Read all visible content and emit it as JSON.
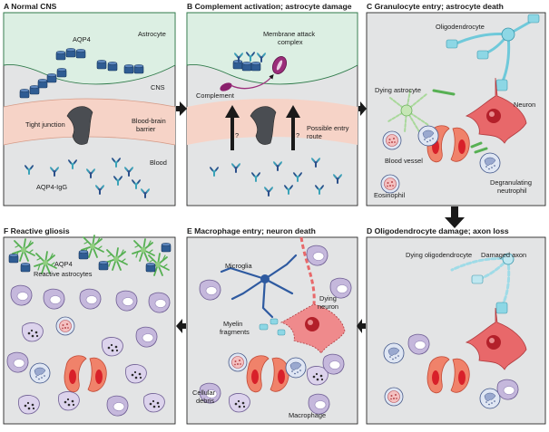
{
  "panels": {
    "a": {
      "title": "A  Normal CNS",
      "labels": {
        "astrocyte": "Astrocyte",
        "aqp4": "AQP4",
        "cns": "CNS",
        "tight_junction": "Tight junction",
        "bbb_1": "Blood-brain",
        "bbb_2": "barrier",
        "blood": "Blood",
        "aqp4_igg": "AQP4-IgG"
      }
    },
    "b": {
      "title": "B  Complement activation; astrocyte damage",
      "labels": {
        "mac_1": "Membrane attack",
        "mac_2": "complex",
        "complement": "Complement",
        "entry_1": "Possible entry",
        "entry_2": "route",
        "unknown_left": "?",
        "unknown_right": "?"
      }
    },
    "c": {
      "title": "C  Granulocyte entry; astrocyte death",
      "labels": {
        "oligodendrocyte": "Oligodendrocyte",
        "dying_astrocyte": "Dying astrocyte",
        "neuron": "Neuron",
        "blood_vessel": "Blood vessel",
        "eosinophil": "Eosinophil",
        "neutrophil_1": "Degranulating",
        "neutrophil_2": "neutrophil"
      }
    },
    "d": {
      "title": "D  Oligodendrocyte damage; axon loss",
      "labels": {
        "dying_oligo": "Dying oligodendrocyte",
        "damaged_axon": "Damaged axon"
      }
    },
    "e": {
      "title": "E  Macrophage entry; neuron death",
      "labels": {
        "microglia": "Microglia",
        "dying_neuron_1": "Dying",
        "dying_neuron_2": "neuron",
        "myelin_1": "Myelin",
        "myelin_2": "fragments",
        "debris_1": "Cellular",
        "debris_2": "debris",
        "macrophage": "Macrophage"
      }
    },
    "f": {
      "title": "F  Reactive gliosis",
      "labels": {
        "aqp4": "AQP4",
        "reactive_astrocytes": "Reactive astrocytes"
      }
    }
  },
  "colors": {
    "cns_bg": "#e3e4e5",
    "astrocyte_fill": "#dcefe3",
    "barrier": "#f6d3c7",
    "aqp4": "#2f5c93",
    "antibody_teal": "#3aa3b8",
    "neuron": "#e8686a",
    "vessel": "#f0826a",
    "macrophage": "#c5b8dc",
    "arrow": "#222222"
  }
}
